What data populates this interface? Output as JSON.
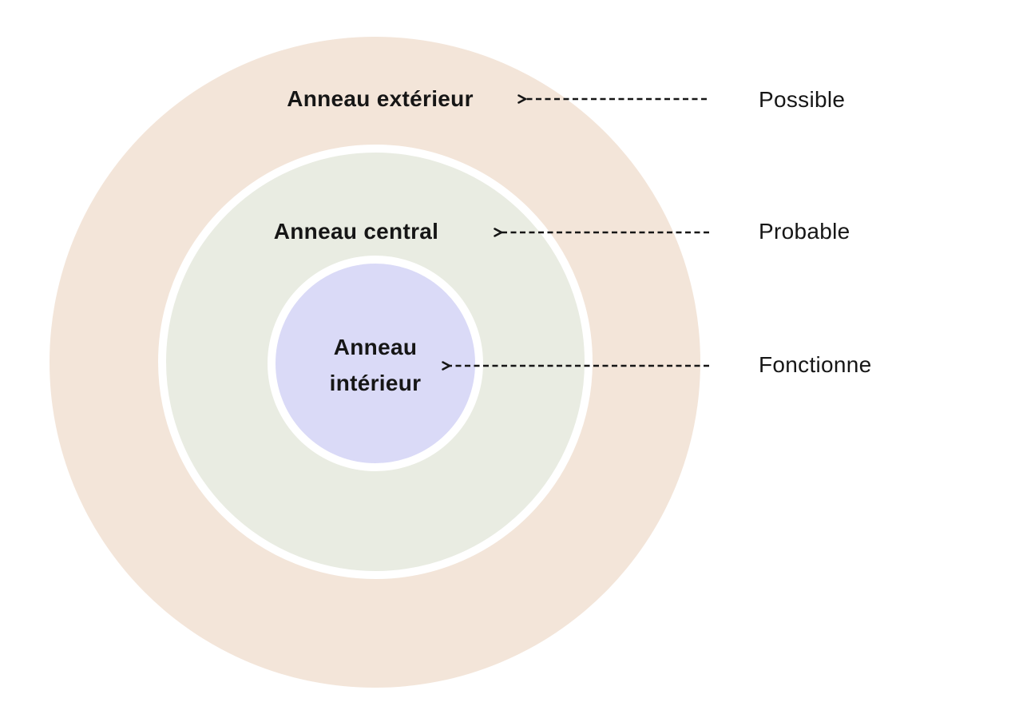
{
  "diagram": {
    "type": "concentric-rings",
    "rings": [
      {
        "label": "Anneau extérieur",
        "annotation": "Possible",
        "fill": "#F3E5D9"
      },
      {
        "label": "Anneau central",
        "annotation": "Probable",
        "fill": "#E9ECE2"
      },
      {
        "label": "Anneau intérieur",
        "annotation": "Fonctionne",
        "fill": "#DADAF7"
      }
    ],
    "colors": {
      "background": "#FFFFFF",
      "ring_gap": "#FFFFFF",
      "text": "#161616",
      "arrow": "#161616"
    }
  }
}
